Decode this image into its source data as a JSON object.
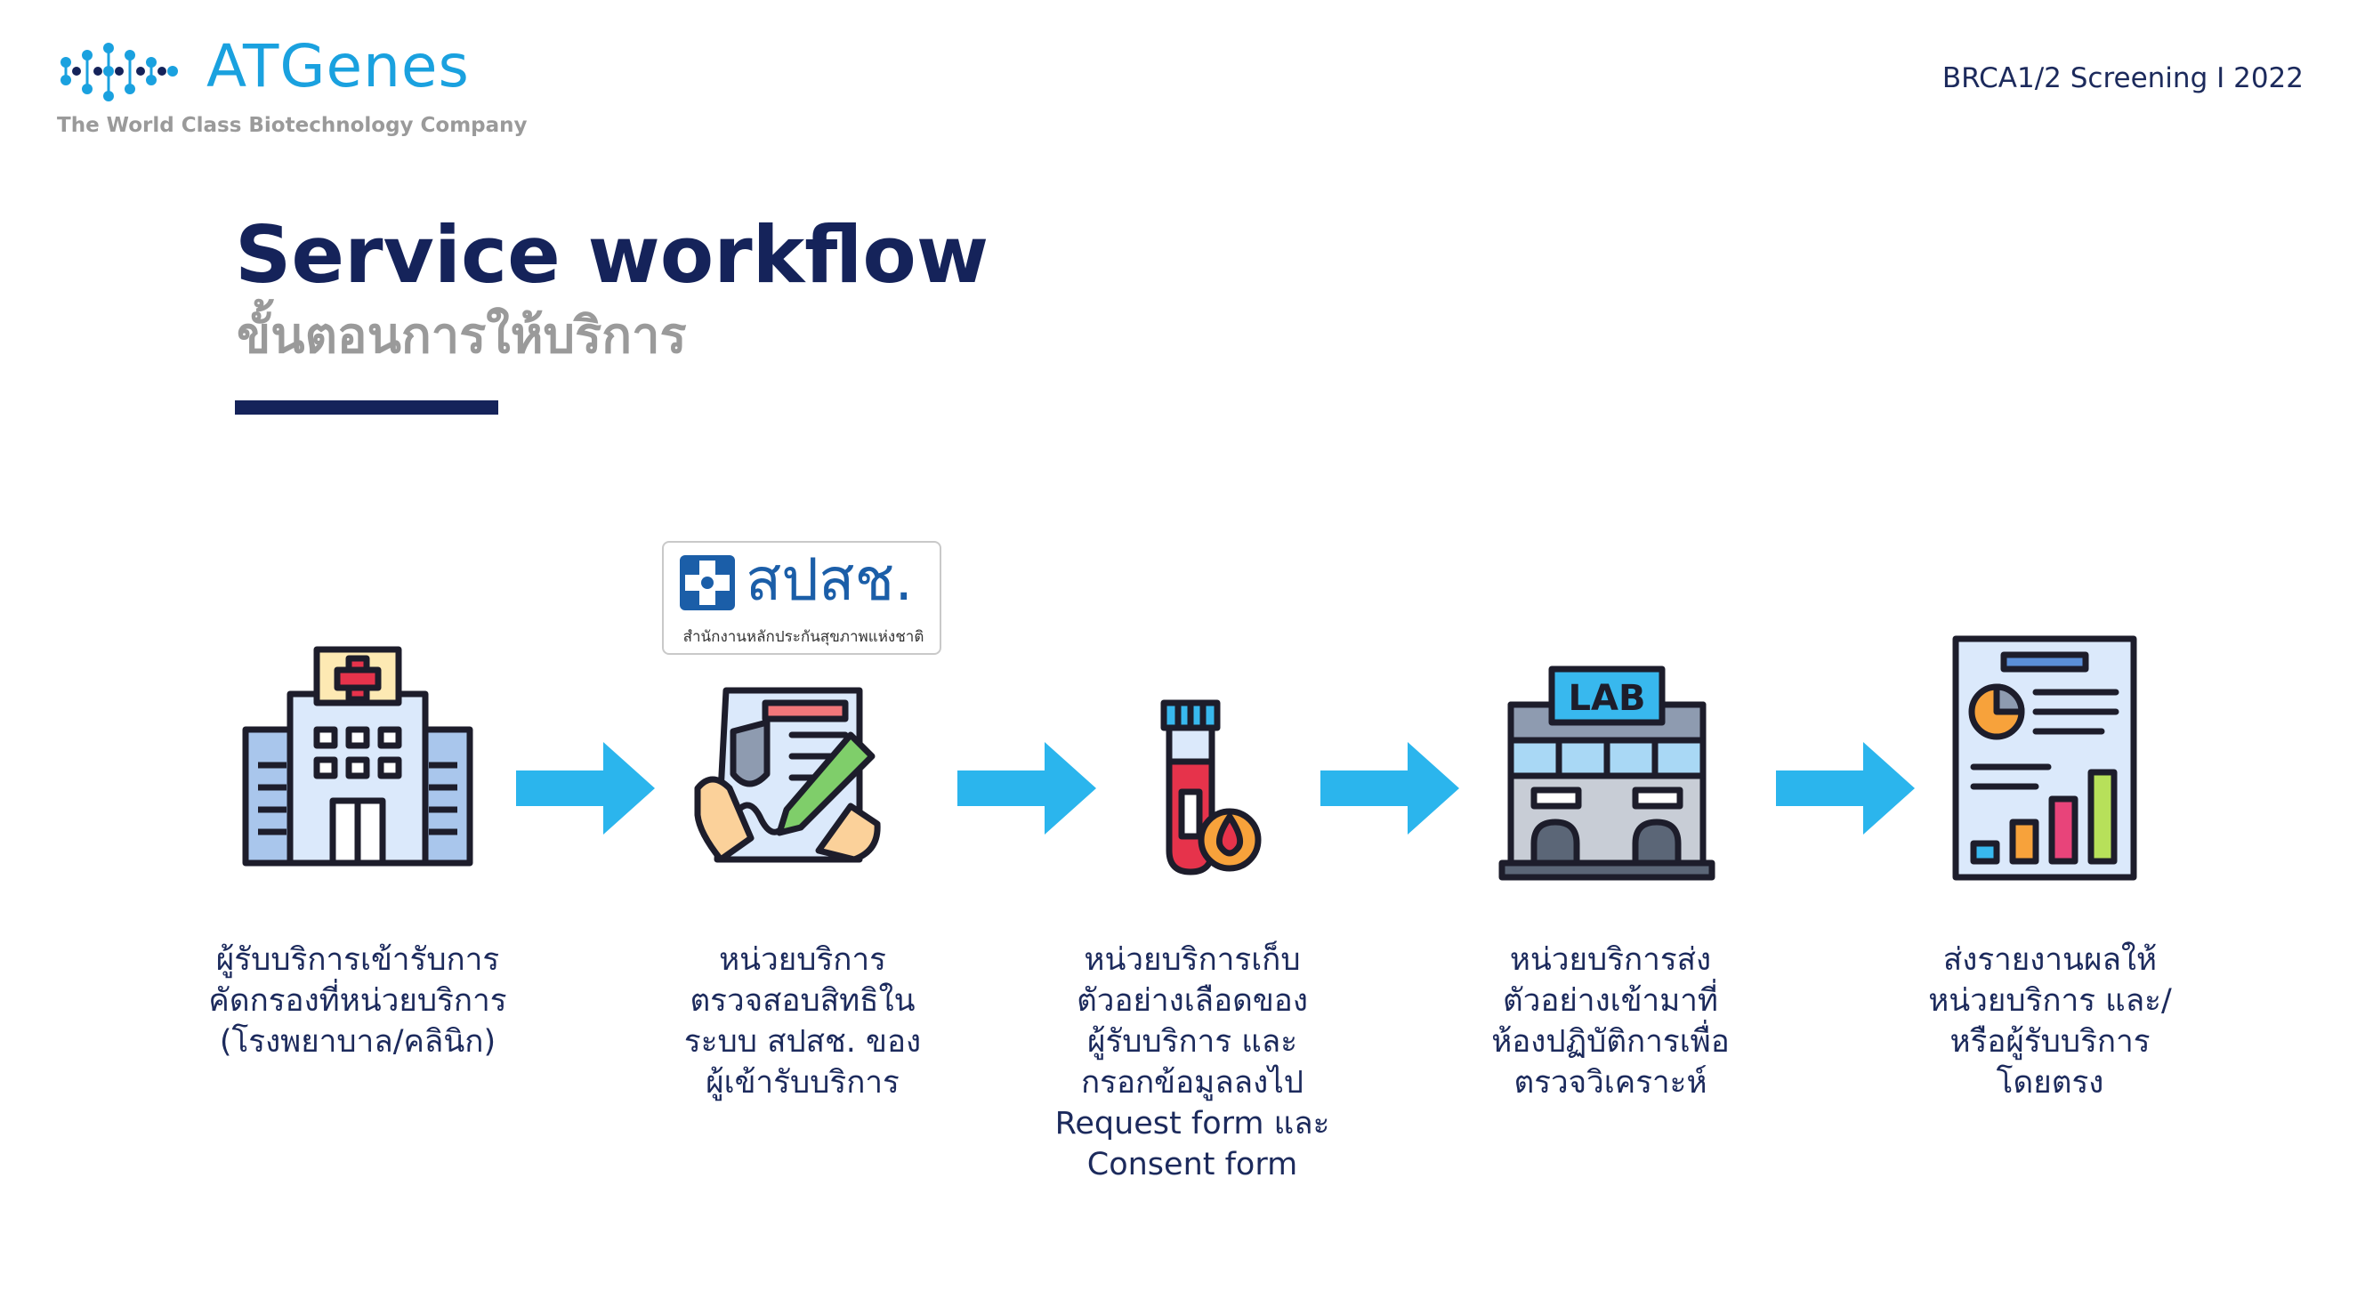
{
  "header": {
    "brand_name": "ATGenes",
    "tagline": "The World Class Biotechnology Company",
    "doc_label": "BRCA1/2 Screening I 2022"
  },
  "title": "Service workflow",
  "subtitle": "ขั้นตอนการให้บริการ",
  "nhso_badge": {
    "name": "สปสช.",
    "subtitle": "สำนักงานหลักประกันสุขภาพแห่งชาติ"
  },
  "colors": {
    "navy": "#15235a",
    "brand_blue": "#1aa1df",
    "arrow_blue": "#2bb5ed",
    "gray": "#9a9a9a"
  },
  "steps": [
    {
      "icon": "hospital-icon",
      "lines": [
        "ผู้รับบริการเข้ารับการ",
        "คัดกรองที่หน่วยบริการ",
        "(โรงพยาบาล/คลินิก)"
      ]
    },
    {
      "icon": "document-sign-icon",
      "lines": [
        "หน่วยบริการ",
        "ตรวจสอบสิทธิใน",
        "ระบบ สปสช. ของ",
        "ผู้เข้ารับบริการ"
      ]
    },
    {
      "icon": "blood-tube-icon",
      "lines": [
        "หน่วยบริการเก็บ",
        "ตัวอย่างเลือดของ",
        "ผู้รับบริการ และ",
        "กรอกข้อมูลลงไป",
        "Request form และ",
        "Consent form"
      ]
    },
    {
      "icon": "lab-building-icon",
      "lines": [
        "หน่วยบริการส่ง",
        "ตัวอย่างเข้ามาที่",
        "ห้องปฏิบัติการเพื่อ",
        "ตรวจวิเคราะห์"
      ]
    },
    {
      "icon": "report-icon",
      "lines": [
        "ส่งรายงานผลให้",
        "หน่วยบริการ และ/",
        "หรือผู้รับบริการ",
        "โดยตรง"
      ]
    }
  ]
}
